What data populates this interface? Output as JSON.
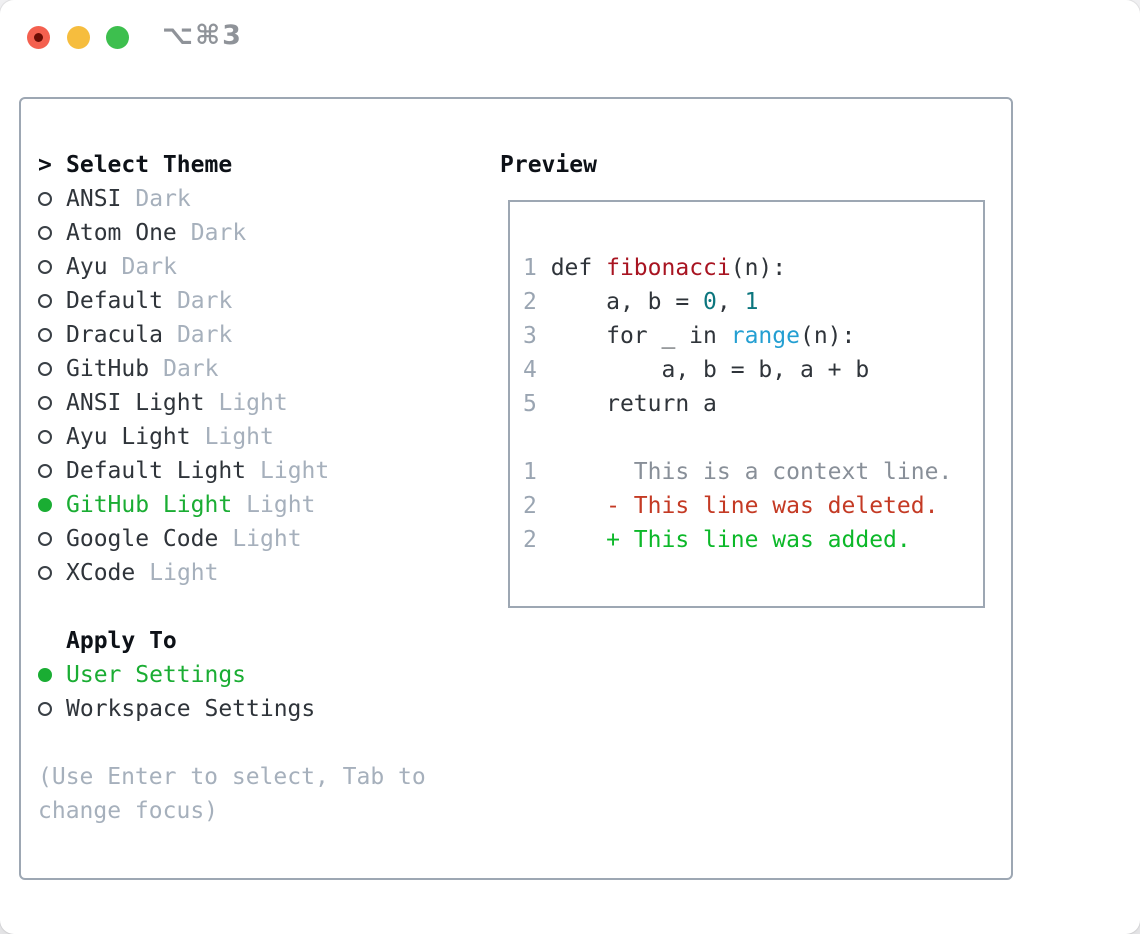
{
  "titlebar": {
    "title": "⌥⌘3"
  },
  "select_theme": {
    "prompt": ">",
    "header": "Select Theme",
    "themes": [
      {
        "name": "ANSI",
        "variant": "Dark",
        "selected": false
      },
      {
        "name": "Atom One",
        "variant": "Dark",
        "selected": false
      },
      {
        "name": "Ayu",
        "variant": "Dark",
        "selected": false
      },
      {
        "name": "Default",
        "variant": "Dark",
        "selected": false
      },
      {
        "name": "Dracula",
        "variant": "Dark",
        "selected": false
      },
      {
        "name": "GitHub",
        "variant": "Dark",
        "selected": false
      },
      {
        "name": "ANSI Light",
        "variant": "Light",
        "selected": false
      },
      {
        "name": "Ayu Light",
        "variant": "Light",
        "selected": false
      },
      {
        "name": "Default Light",
        "variant": "Light",
        "selected": false
      },
      {
        "name": "GitHub Light",
        "variant": "Light",
        "selected": true
      },
      {
        "name": "Google Code",
        "variant": "Light",
        "selected": false
      },
      {
        "name": "XCode",
        "variant": "Light",
        "selected": false
      }
    ]
  },
  "apply_to": {
    "header": "Apply To",
    "options": [
      {
        "label": "User Settings",
        "selected": true
      },
      {
        "label": "Workspace Settings",
        "selected": false
      }
    ]
  },
  "hint_lines": [
    "(Use Enter to select, Tab to",
    "change focus)"
  ],
  "preview": {
    "header": "Preview",
    "lines": [
      {
        "num": "1",
        "tokens": [
          {
            "text": " def ",
            "style": "code"
          },
          {
            "text": "fibonacci",
            "style": "func"
          },
          {
            "text": "(n):",
            "style": "code"
          }
        ]
      },
      {
        "num": "2",
        "tokens": [
          {
            "text": "     a, b = ",
            "style": "code"
          },
          {
            "text": "0",
            "style": "number"
          },
          {
            "text": ", ",
            "style": "code"
          },
          {
            "text": "1",
            "style": "number"
          }
        ]
      },
      {
        "num": "3",
        "tokens": [
          {
            "text": "     for _ in ",
            "style": "code"
          },
          {
            "text": "range",
            "style": "builtin"
          },
          {
            "text": "(n):",
            "style": "code"
          }
        ]
      },
      {
        "num": "4",
        "tokens": [
          {
            "text": "         a, b = b, a + b",
            "style": "code"
          }
        ]
      },
      {
        "num": "5",
        "tokens": [
          {
            "text": "     return a",
            "style": "code"
          }
        ]
      },
      {
        "num": "",
        "tokens": []
      },
      {
        "num": "1",
        "tokens": [
          {
            "text": "       This is a context line.",
            "style": "context"
          }
        ]
      },
      {
        "num": "2",
        "tokens": [
          {
            "text": "     - This line was deleted.",
            "style": "deleted"
          }
        ]
      },
      {
        "num": "2",
        "tokens": [
          {
            "text": "     + This line was added.",
            "style": "added"
          }
        ]
      }
    ]
  },
  "colors": {
    "accent_green": "#1aad33",
    "muted_tag": "#a6b0bc",
    "panel_border": "#9da7b3",
    "header_text": "#0d1117",
    "item_text": "#2f343a",
    "line_number": "#9aa5b2",
    "func_red": "#a81421",
    "number_teal": "#0c767e",
    "builtin_blue": "#249fd2",
    "context_gray": "#888f98",
    "deleted_red": "#c43a24",
    "added_green": "#0cb829",
    "traffic_red": "#f4604f",
    "traffic_yellow": "#f6bd3e",
    "traffic_green": "#3dbf4e"
  }
}
